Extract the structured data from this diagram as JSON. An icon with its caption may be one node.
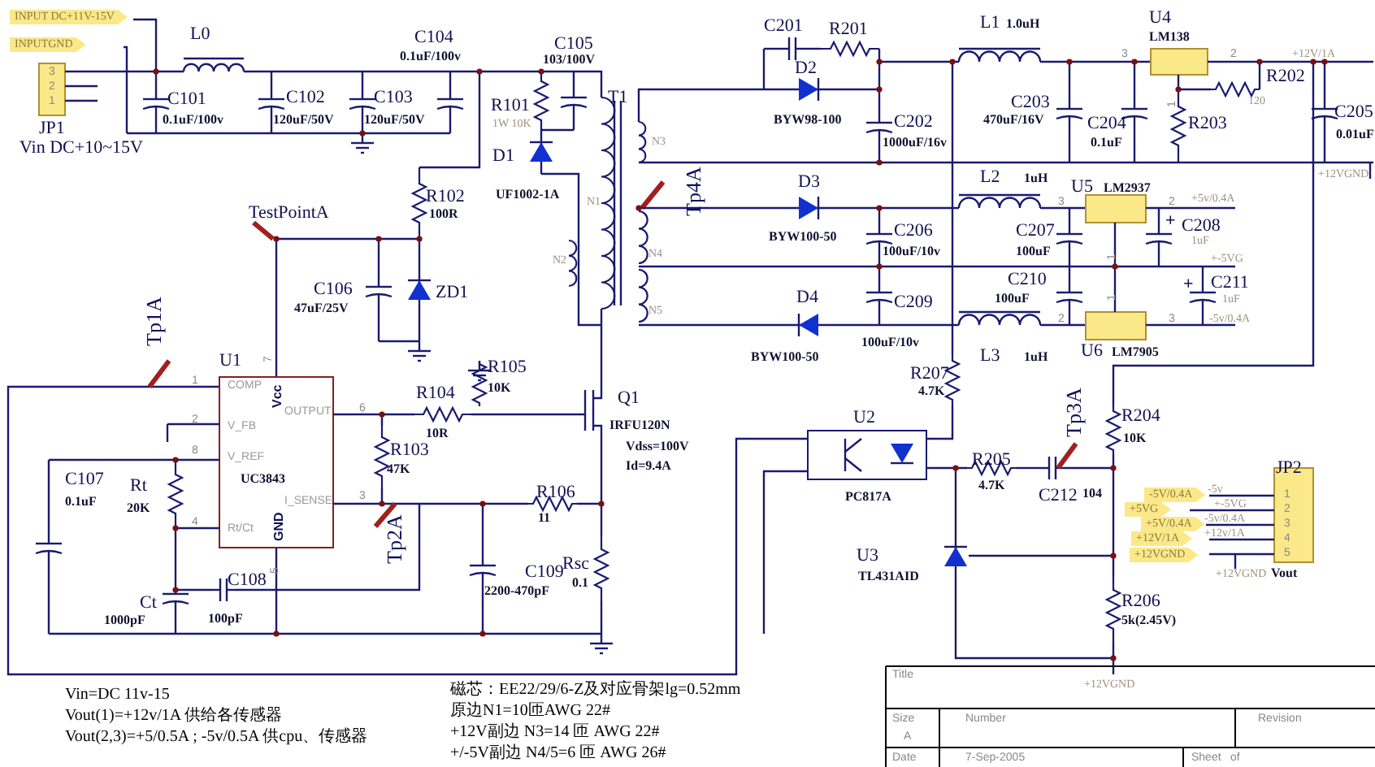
{
  "diagram": {
    "labels": [
      "INPUT DC+11V-15V",
      "INPUTGND",
      "3",
      "2",
      "1",
      "JP1",
      "Vin DC+10~15V",
      "L0",
      "C101",
      "0.1uF/100v",
      "C102",
      "120uF/50V",
      "C103",
      "120uF/50V",
      "C104",
      "0.1uF/100v",
      "C105",
      "103/100V",
      "T1",
      "R101",
      "1W 10K",
      "D1",
      "UF1002-1A",
      "N3",
      "N1",
      "N2",
      "N4",
      "N5",
      "C201",
      "R201",
      "D2",
      "BYW98-100",
      "C202",
      "1000uF/16v",
      "Tp4A",
      "D3",
      "BYW100-50",
      "C206",
      "100uF/10v",
      "D4",
      "BYW100-50",
      "C209",
      "100uF/10v",
      "L1",
      "1.0uH",
      "U4",
      "LM138",
      "3",
      "2",
      "+12V/1A",
      "R202",
      "120",
      "1",
      "C203",
      "470uF/16V",
      "C204",
      "0.1uF",
      "R203",
      "C205",
      "0.01uF",
      "+12VGND",
      "L2",
      "1uH",
      "U5",
      "LM2937",
      "3",
      "2",
      "+5v/0.4A",
      "+",
      "C207",
      "100uF",
      "C208",
      "1uF",
      "1",
      "+-5VG",
      "C210",
      "100uF",
      "1",
      "+",
      "C211",
      "1uF",
      "2",
      "3",
      "-5v/0.4A",
      "U6",
      "LM7905",
      "L3",
      "1uH",
      "TestPointA",
      "R102",
      "100R",
      "C106",
      "47uF/25V",
      "ZD1",
      "Tp1A",
      "U1",
      "7",
      "R105",
      "10K",
      "Q1",
      "R207",
      "4.7K",
      "Tp3A",
      "R204",
      "10K",
      "1",
      "COMP",
      "Vcc",
      "OUTPUT",
      "6",
      "2",
      "V_FB",
      "8",
      "V_REF",
      "UC3843",
      "R104",
      "10R",
      "R103",
      "47K",
      "IRFU120N",
      "Vdss=100V",
      "Id=9.4A",
      "U2",
      "PC817A",
      "R205",
      "4.7K",
      "C212",
      "104",
      "JP2",
      "C107",
      "0.1uF",
      "Rt",
      "20K",
      "4",
      "3",
      "I_SENSE",
      "Rt/Ct",
      "GND",
      "Tp2A",
      "R106",
      "11",
      "-5V/0.4A",
      "-5v",
      "1",
      "+5VG",
      "+-5VG",
      "2",
      "+5V/0.4A",
      "-5v/0.4A",
      "3",
      "+12V/1A",
      "+12v/1A",
      "4",
      "+12VGND",
      "5",
      "Rsc",
      "0.1",
      "U3",
      "TL431AID",
      "C109",
      "2200-470pF",
      "+12VGND",
      "Vout",
      "C108",
      "5",
      "R206",
      "5k(2.45V)",
      "Ct",
      "1000pF",
      "100pF",
      "+12VGND",
      "Vin=DC 11v-15",
      "Vout(1)=+12v/1A 供给各传感器",
      "Vout(2,3)=+5/0.5A ; -5v/0.5A 供cpu、传感器",
      "磁芯：EE22/29/6-Z及对应骨架lg=0.52mm",
      "原边N1=10匝AWG 22#",
      "+12V副边 N3=14 匝 AWG 22#",
      "+/-5V副边 N4/5=6 匝 AWG 26#",
      "Title",
      "Size",
      "Number",
      "Revision",
      "A",
      "Date",
      "7-Sep-2005",
      "Sheet",
      "of"
    ]
  }
}
